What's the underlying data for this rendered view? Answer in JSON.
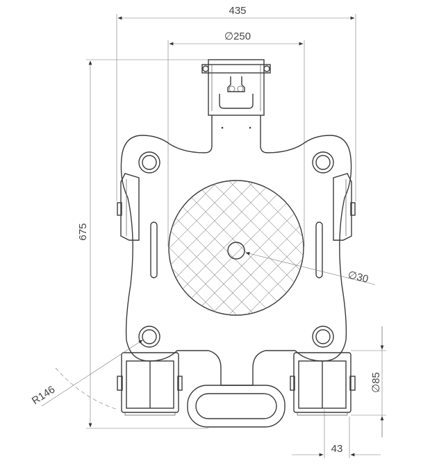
{
  "dimensions": {
    "overall_width": "435",
    "turntable_diameter": "∅250",
    "overall_length": "675",
    "pin_diameter": "∅30",
    "corner_radius": "R146",
    "roller_diameter": "∅85",
    "roller_width": "43"
  },
  "colors": {
    "line": "#3a3a3a",
    "dimension": "#777777",
    "background": "#ffffff"
  }
}
